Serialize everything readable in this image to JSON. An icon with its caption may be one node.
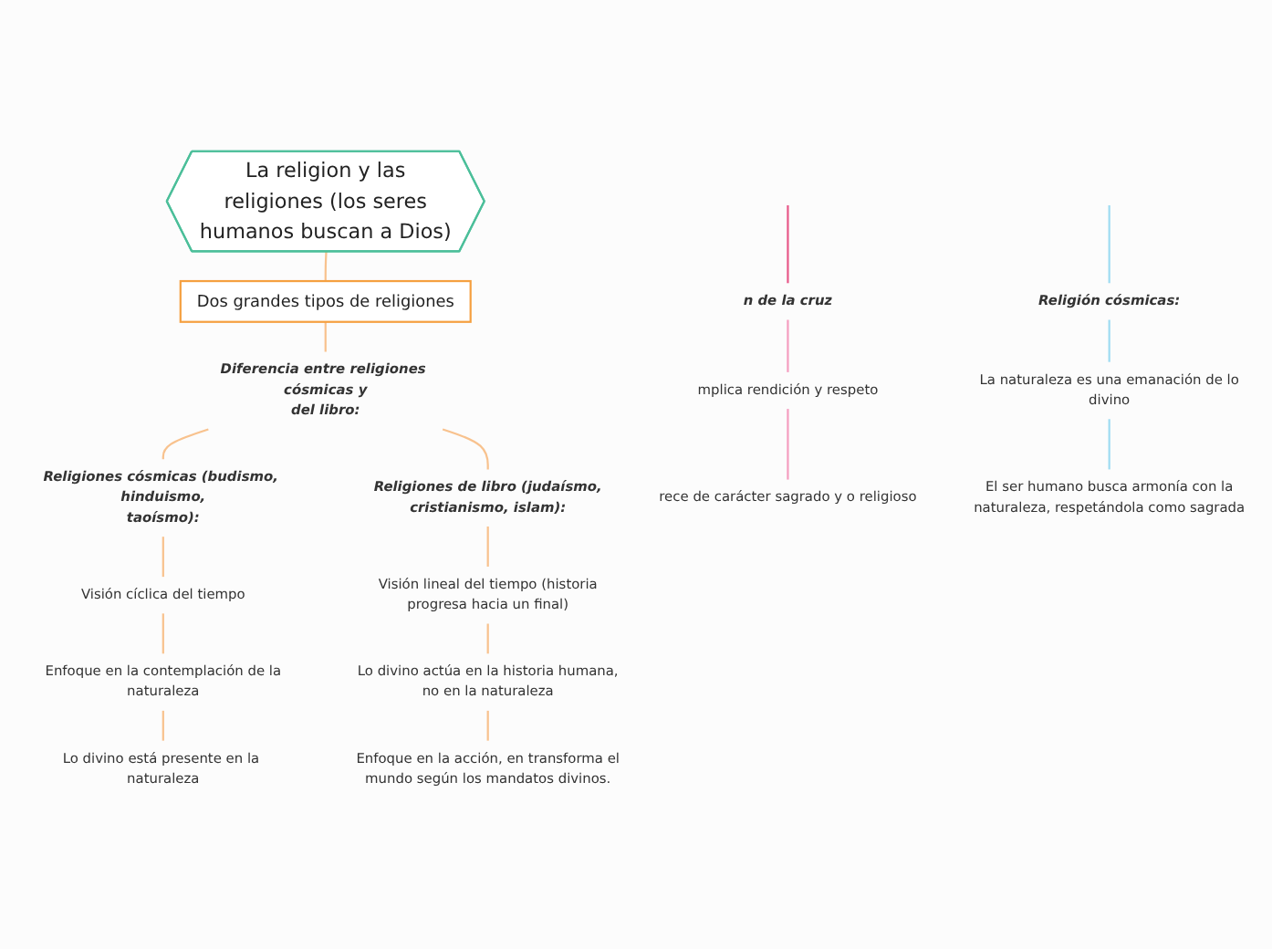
{
  "diagram": {
    "nodes": [
      {
        "text": [
          "La religion y las religiones (los seres humanos buscan a Dios)"
        ]
      },
      {
        "text": [
          "Dos grandes tipos de religiones"
        ]
      },
      {
        "text": [
          "Diferencia entre religiones cósmicas y del libro:"
        ]
      },
      {
        "text": [
          "Religiones cósmicas (budismo, hinduismo, taoísmo):"
        ]
      },
      {
        "text": [
          "Visión cíclica del tiempo"
        ]
      },
      {
        "text": [
          "Enfoque en la contemplación de la naturaleza"
        ]
      },
      {
        "text": [
          "Lo divino está presente en la naturaleza"
        ]
      },
      {
        "text": [
          "Religiones de libro (judaísmo, cristianismo, islam):"
        ]
      },
      {
        "text": [
          "Visión lineal del tiempo (historia progresa hacia un final)"
        ]
      },
      {
        "text": [
          "Lo divino actúa en la historia humana, no en la naturaleza"
        ]
      },
      {
        "text": [
          "Enfoque en la acción, en transforma el mundo según los mandatos divinos."
        ]
      },
      {
        "text": [
          "n de la cruz"
        ]
      },
      {
        "text": [
          "mplica rendición y respeto"
        ]
      },
      {
        "text": [
          "rece de carácter sagrado y o religioso"
        ]
      },
      {
        "text": [
          "Religión cósmicas:"
        ]
      },
      {
        "text": [
          "La naturaleza es una emanación de lo divino"
        ]
      },
      {
        "text": [
          "El ser humano busca armonía con la naturaleza, respetándola como sagrada"
        ]
      }
    ],
    "edges": [
      {
        "from": 0,
        "to": 1,
        "arrow": "none"
      },
      {
        "from": 1,
        "to": 2,
        "arrow": "none"
      },
      {
        "from": 2,
        "to": 3,
        "arrow": "none"
      },
      {
        "from": 2,
        "to": 7,
        "arrow": "none"
      },
      {
        "from": 3,
        "to": 4,
        "arrow": "none"
      },
      {
        "from": 4,
        "to": 5,
        "arrow": "none"
      },
      {
        "from": 5,
        "to": 6,
        "arrow": "none"
      },
      {
        "from": 7,
        "to": 8,
        "arrow": "none"
      },
      {
        "from": 8,
        "to": 9,
        "arrow": "none"
      },
      {
        "from": 9,
        "to": 10,
        "arrow": "none"
      },
      {
        "from": null,
        "to": 11,
        "arrow": "none",
        "color": "#e8598a"
      },
      {
        "from": 11,
        "to": 12,
        "arrow": "none",
        "color": "#f59ec0"
      },
      {
        "from": 12,
        "to": 13,
        "arrow": "none",
        "color": "#f59ec0"
      },
      {
        "from": null,
        "to": 14,
        "arrow": "none",
        "color": "#9fdcf2"
      },
      {
        "from": 14,
        "to": 15,
        "arrow": "none",
        "color": "#9fdcf2"
      },
      {
        "from": 15,
        "to": 16,
        "arrow": "none",
        "color": "#9fdcf2"
      }
    ]
  }
}
